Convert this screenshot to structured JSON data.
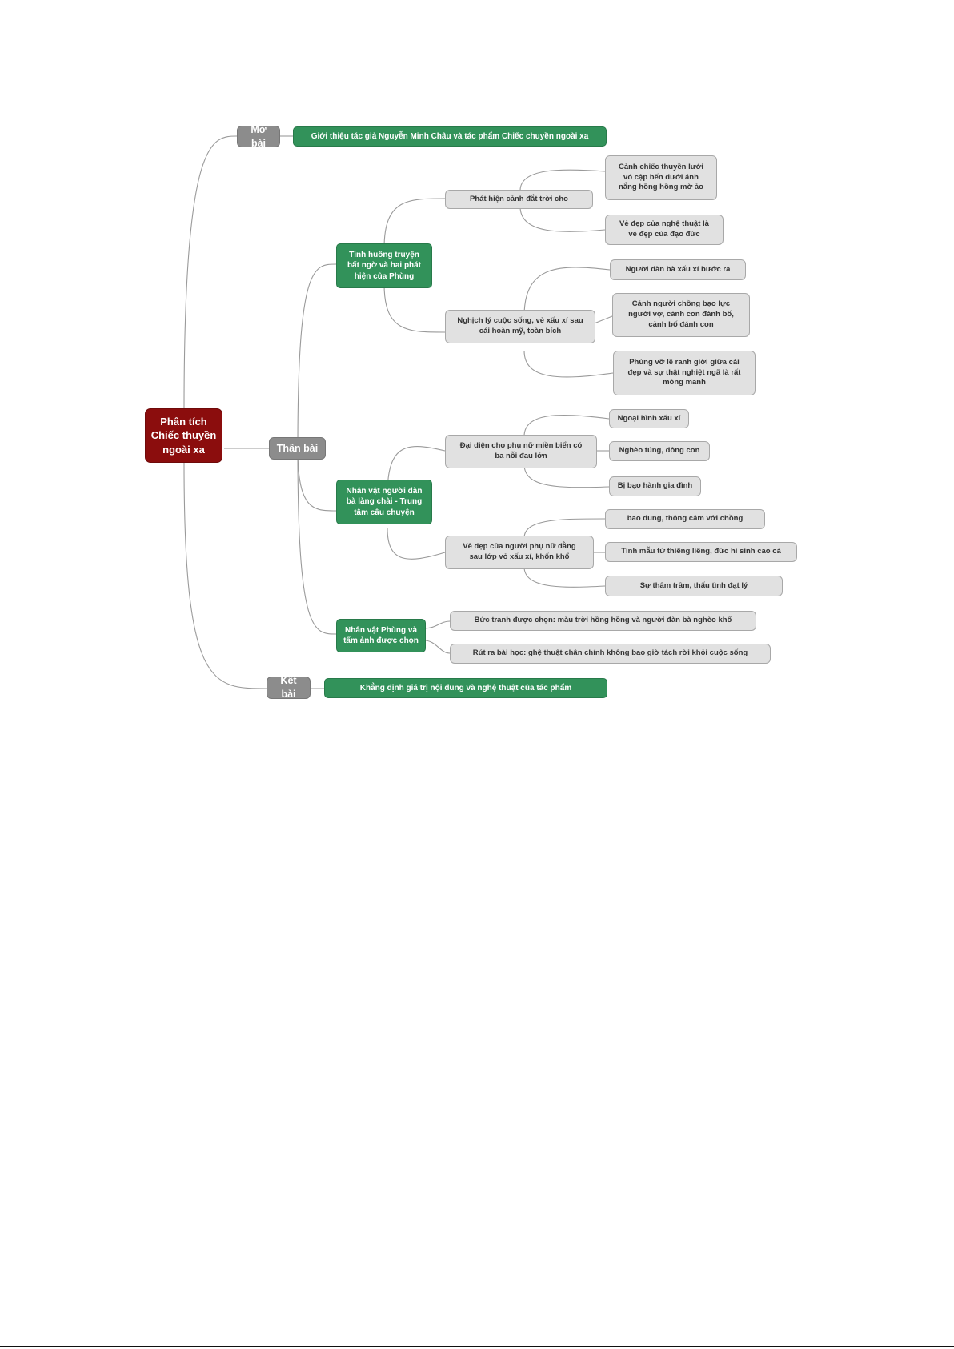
{
  "mindmap": {
    "root": "Phân tích\nChiếc thuyền\nngoài xa",
    "branches": {
      "mo_bai": {
        "label": "Mở bài",
        "content": "Giới thiệu tác giả Nguyễn Minh Châu và tác phẩm Chiếc chuyền ngoài xa"
      },
      "than_bai": {
        "label": "Thân bài",
        "sub1": {
          "label": "Tình huống truyện\nbất ngờ và hai phát\nhiện của Phùng",
          "a": {
            "label": "Phát hiện cảnh đắt trời cho",
            "leaves": [
              "Cảnh chiếc thuyền lưới\nvó cập bến dưới ánh\nnắng hồng hồng mờ ảo",
              "Vẻ đẹp của nghệ thuật là\nvẻ đẹp của đạo đức"
            ]
          },
          "b": {
            "label": "Nghịch lý cuộc sống, vẻ xấu xí sau\ncái hoàn mỹ, toàn bích",
            "leaves": [
              "Người đàn bà xấu xí bước ra",
              "Cảnh người chồng bạo lực\nngười vợ, cảnh con đánh bố,\ncảnh bố đánh con",
              "Phùng vỡ lẽ ranh giới giữa cái\nđẹp và sự thật nghiệt ngã là rất\nmỏng manh"
            ]
          }
        },
        "sub2": {
          "label": "Nhân vật người đàn\nbà làng chài - Trung\ntâm câu chuyện",
          "a": {
            "label": "Đại diện cho phụ nữ miền biển có\nba nỗi đau lớn",
            "leaves": [
              "Ngoại hình xấu xí",
              "Nghèo túng, đông con",
              "Bị bạo hành gia đình"
            ]
          },
          "b": {
            "label": "Vẻ đẹp của người phụ nữ đằng\nsau lớp vỏ xấu xí, khốn khổ",
            "leaves": [
              "bao dung, thông cảm với chồng",
              "Tình mẫu tử thiêng liêng, đức hi sinh cao cả",
              "Sự thâm trầm, thấu tình đạt lý"
            ]
          }
        },
        "sub3": {
          "label": "Nhân vật Phùng và\ntấm ảnh được chọn",
          "leaves": [
            "Bức tranh được chọn: màu trời hồng hồng và người đàn bà nghèo khổ",
            "Rút ra bài học: ghệ thuật chân chính không bao giờ tách rời khỏi cuộc sống"
          ]
        }
      },
      "ket_bai": {
        "label": "Kết bài",
        "content": "Khẳng định giá trị nội dung và nghệ thuật của tác phẩm"
      }
    }
  },
  "colors": {
    "root": "#8b0d0d",
    "branch": "#8c8c8c",
    "green": "#32925a",
    "leaf": "#e1e1e1",
    "line": "#9a9a9a"
  }
}
